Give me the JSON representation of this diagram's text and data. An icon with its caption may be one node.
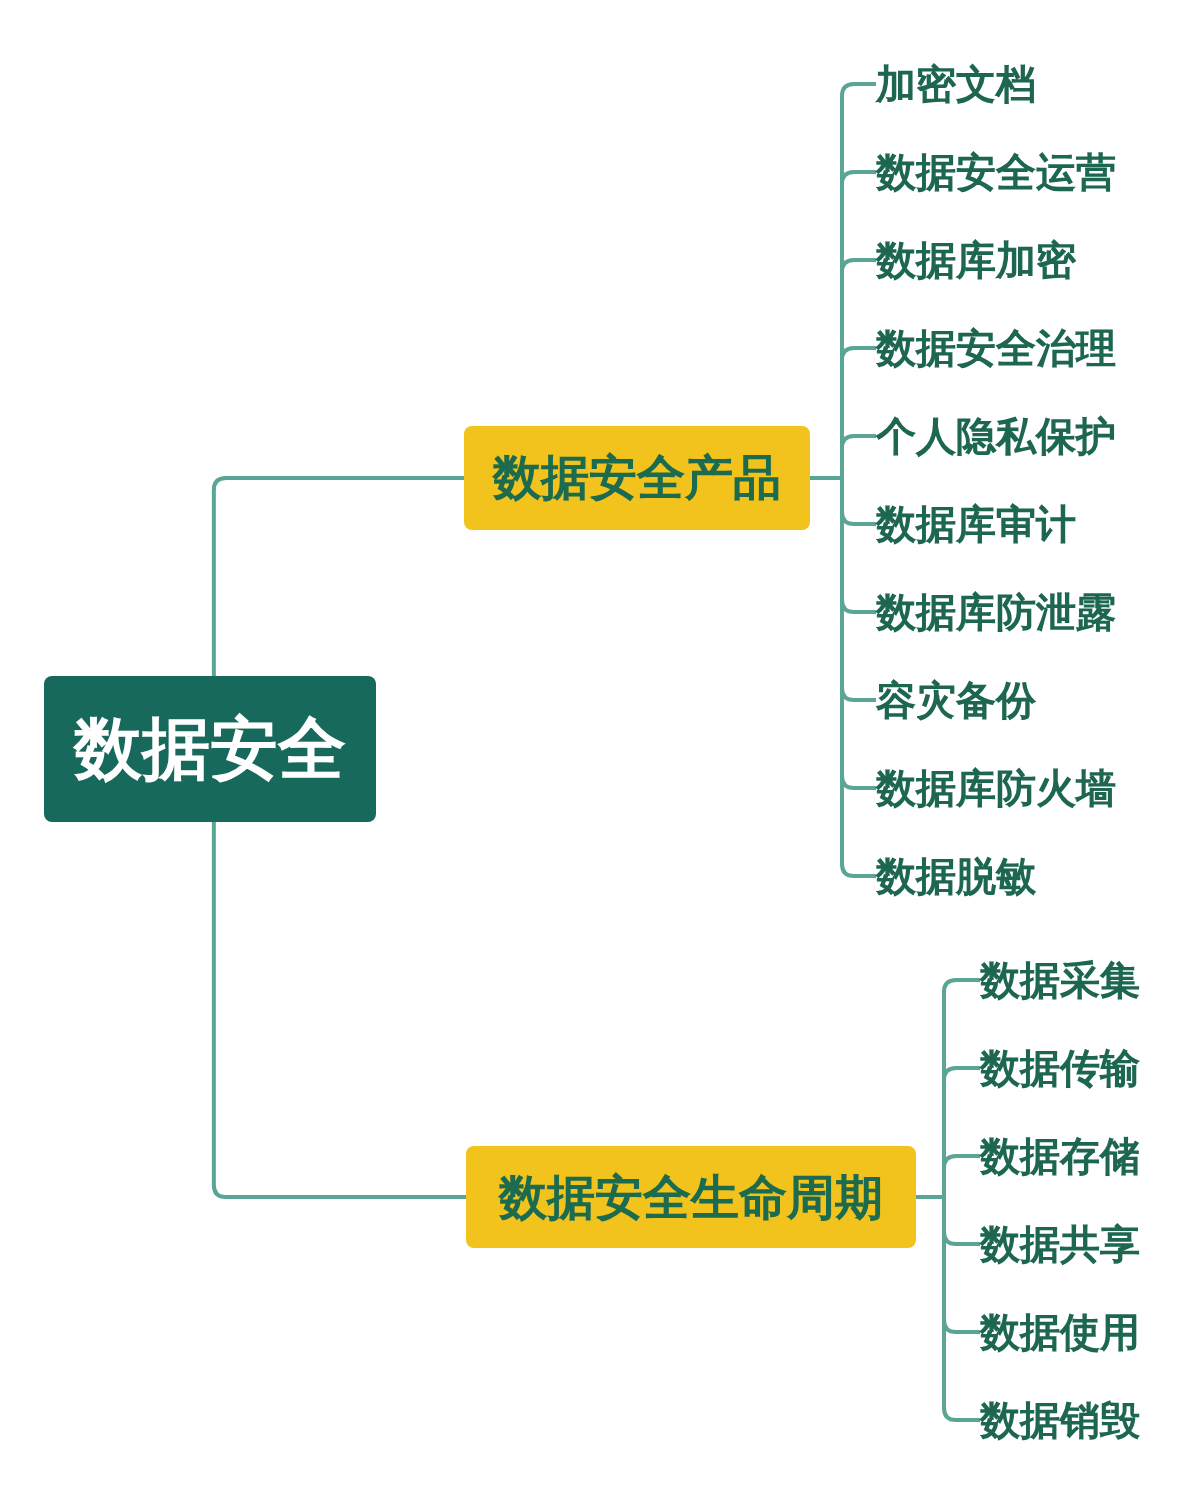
{
  "diagram": {
    "nodes": [
      {
        "text": [
          "数据安全"
        ]
      },
      {
        "text": [
          "数据安全产品"
        ]
      },
      {
        "text": [
          "加密文档"
        ]
      },
      {
        "text": [
          "数据安全运营"
        ]
      },
      {
        "text": [
          "数据库加密"
        ]
      },
      {
        "text": [
          "数据安全治理"
        ]
      },
      {
        "text": [
          "个人隐私保护"
        ]
      },
      {
        "text": [
          "数据库审计"
        ]
      },
      {
        "text": [
          "数据库防泄露"
        ]
      },
      {
        "text": [
          "容灾备份"
        ]
      },
      {
        "text": [
          "数据库防火墙"
        ]
      },
      {
        "text": [
          "数据脱敏"
        ]
      },
      {
        "text": [
          "数据安全生命周期"
        ]
      },
      {
        "text": [
          "数据采集"
        ]
      },
      {
        "text": [
          "数据传输"
        ]
      },
      {
        "text": [
          "数据存储"
        ]
      },
      {
        "text": [
          "数据共享"
        ]
      },
      {
        "text": [
          "数据使用"
        ]
      },
      {
        "text": [
          "数据销毁"
        ]
      }
    ],
    "edges": [
      {
        "from": 0,
        "to": 1,
        "arrow": "none"
      },
      {
        "from": 0,
        "to": 12,
        "arrow": "none"
      },
      {
        "from": 1,
        "to": 2,
        "arrow": "none"
      },
      {
        "from": 1,
        "to": 3,
        "arrow": "none"
      },
      {
        "from": 1,
        "to": 4,
        "arrow": "none"
      },
      {
        "from": 1,
        "to": 5,
        "arrow": "none"
      },
      {
        "from": 1,
        "to": 6,
        "arrow": "none"
      },
      {
        "from": 1,
        "to": 7,
        "arrow": "none"
      },
      {
        "from": 1,
        "to": 8,
        "arrow": "none"
      },
      {
        "from": 1,
        "to": 9,
        "arrow": "none"
      },
      {
        "from": 1,
        "to": 10,
        "arrow": "none"
      },
      {
        "from": 1,
        "to": 11,
        "arrow": "none"
      },
      {
        "from": 12,
        "to": 13,
        "arrow": "none"
      },
      {
        "from": 12,
        "to": 14,
        "arrow": "none"
      },
      {
        "from": 12,
        "to": 15,
        "arrow": "none"
      },
      {
        "from": 12,
        "to": 16,
        "arrow": "none"
      },
      {
        "from": 12,
        "to": 17,
        "arrow": "none"
      },
      {
        "from": 12,
        "to": 18,
        "arrow": "none"
      }
    ]
  }
}
